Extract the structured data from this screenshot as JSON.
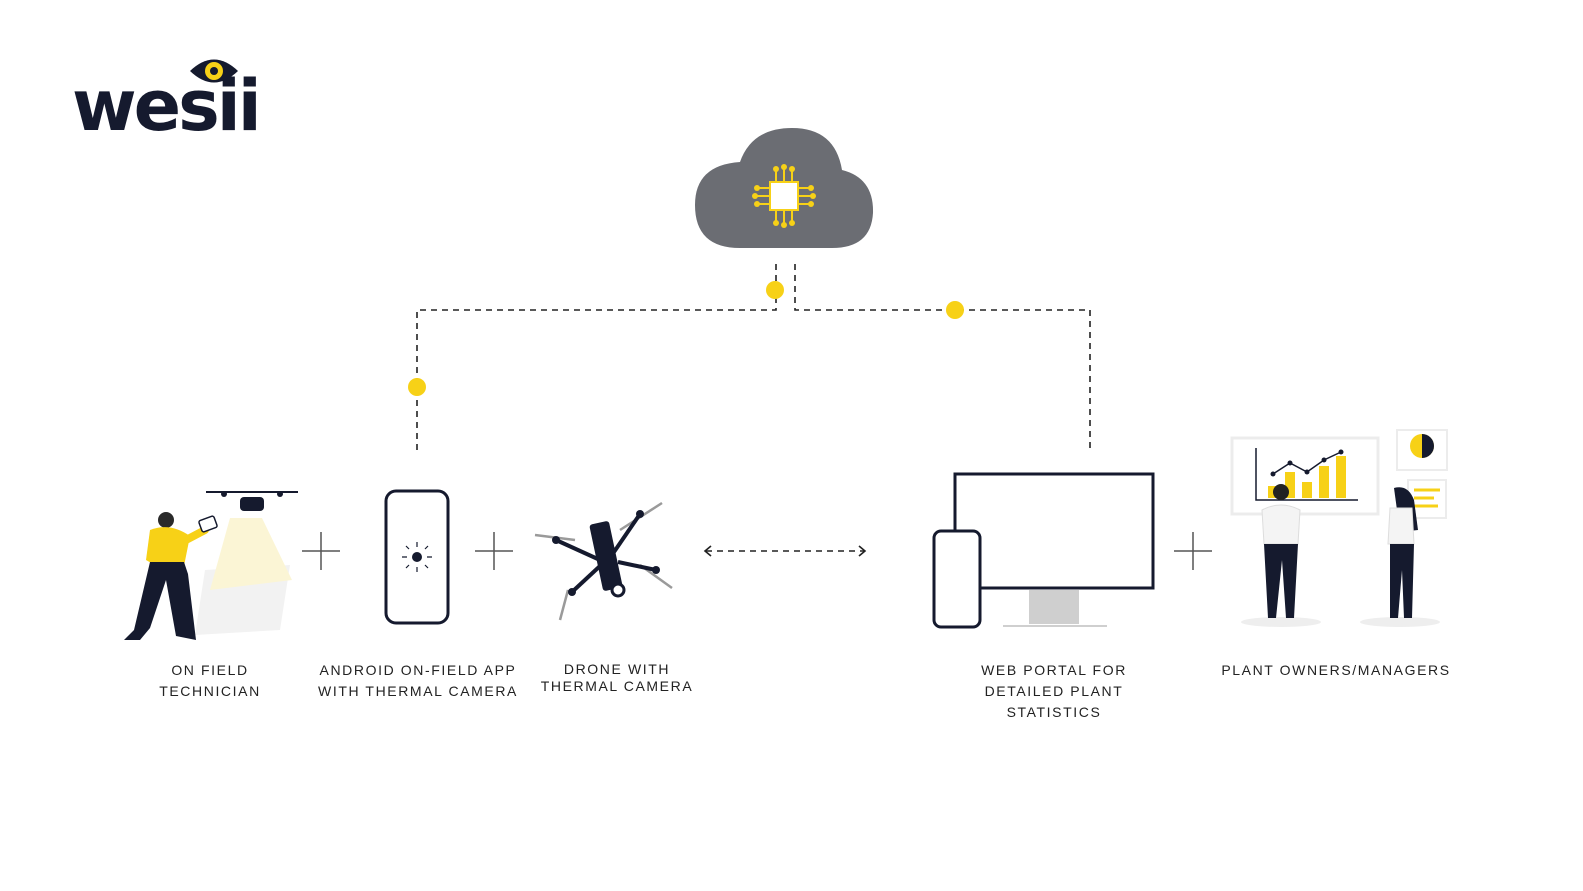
{
  "logo": {
    "text": "wesii"
  },
  "nodes": [
    {
      "id": "technician",
      "lines": [
        "ON FIELD",
        "TECHNICIAN"
      ],
      "icon": "technician-with-drone-icon"
    },
    {
      "id": "android-app",
      "lines": [
        "ANDROID ON-FIELD APP",
        "WITH THERMAL CAMERA"
      ],
      "icon": "smartphone-icon"
    },
    {
      "id": "drone",
      "lines": [
        "DRONE WITH",
        "THERMAL CAMERA"
      ],
      "icon": "drone-icon"
    },
    {
      "id": "web-portal",
      "lines": [
        "WEB PORTAL FOR",
        "DETAILED PLANT",
        "STATISTICS"
      ],
      "icon": "monitor-and-phone-icon"
    },
    {
      "id": "owners",
      "lines": [
        "PLANT OWNERS/MANAGERS"
      ],
      "icon": "people-with-dashboard-icon"
    }
  ],
  "cloud": {
    "icon": "cloud-chip-icon"
  },
  "colors": {
    "accent": "#f7d117",
    "cloud": "#6b6d73",
    "dark": "#151a2e",
    "line": "#222222"
  }
}
